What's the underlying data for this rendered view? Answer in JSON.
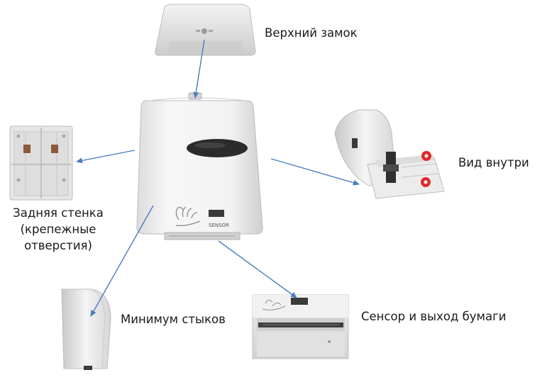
{
  "labels": {
    "top_lock": "Верхний замок",
    "inside_view": "Вид внутри",
    "back_wall": {
      "line1": "Задняя стенка",
      "line2": "(крепежные",
      "line3": "отверстия)"
    },
    "min_joints": "Минимум стыков",
    "sensor_exit": "Сенсор и выход бумаги"
  },
  "device_text": {
    "sensor": "SENSOR"
  },
  "colors": {
    "arrow": "#4a7dbf",
    "body_light": "#f4f4f4",
    "body_shade": "#d9d9d9",
    "window": "#2a2a2a",
    "knob_red": "#e02a2a"
  },
  "icons": {
    "hand_wave": "hand-wave-icon"
  }
}
